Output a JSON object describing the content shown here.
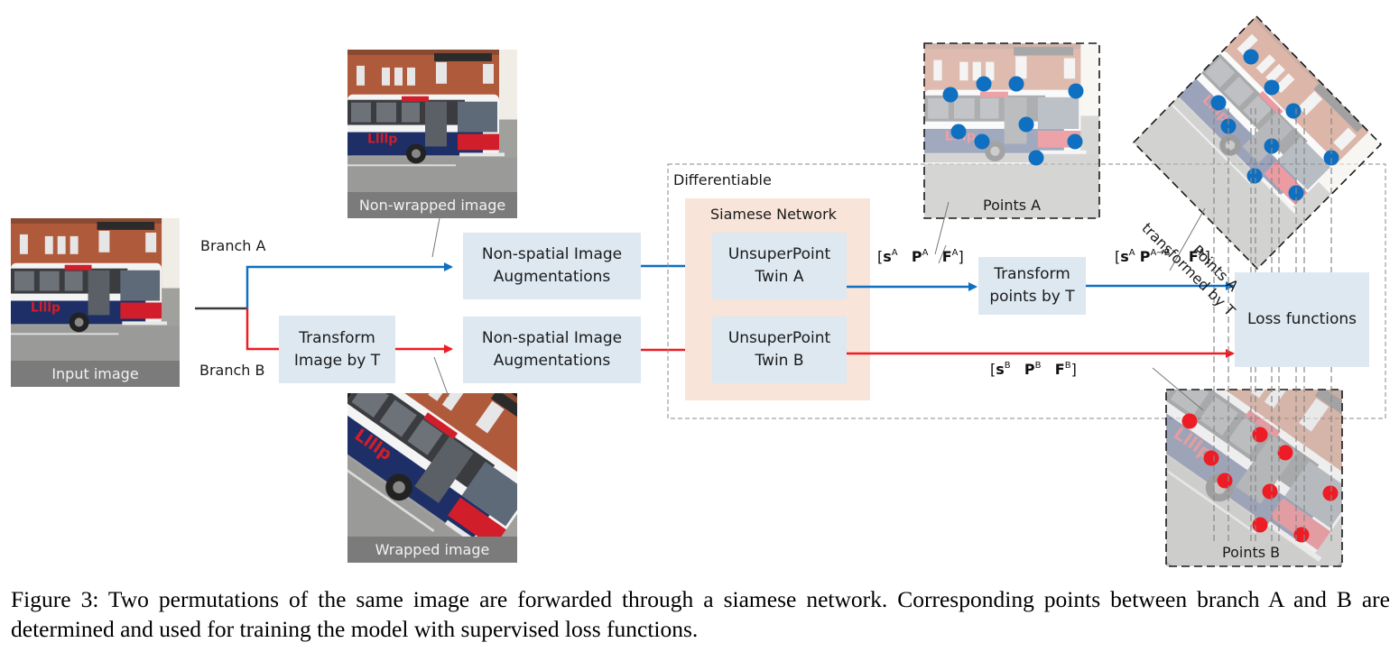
{
  "figure": {
    "images": {
      "input": {
        "caption": "Input image"
      },
      "non_wrapped": {
        "caption": "Non-wrapped image"
      },
      "wrapped": {
        "caption": "Wrapped image"
      }
    },
    "branches": {
      "a": {
        "label": "Branch A",
        "color": "#0f6fc0"
      },
      "b": {
        "label": "Branch B",
        "color": "#ee1c24"
      }
    },
    "boxes": {
      "transform_image": "Transform Image by T",
      "aug_a": "Non-spatial Image Augmentations",
      "aug_b": "Non-spatial Image Augmentations",
      "twin_a": "UnsuperPoint Twin A",
      "twin_b": "UnsuperPoint Twin B",
      "transform_points": "Transform points by T",
      "loss": "Loss functions"
    },
    "groups": {
      "differentiable": "Differentiable",
      "siamese": "Siamese Network"
    },
    "outputs": {
      "a": {
        "s": "s",
        "s_sup": "A",
        "p": "P",
        "p_sup": "A",
        "f": "F",
        "f_sup": "A"
      },
      "a_transformed": {
        "s": "s",
        "s_sup": "A",
        "p": "P",
        "p_sup": "A→B",
        "f": "F",
        "f_sup": "A"
      },
      "b": {
        "s": "s",
        "s_sup": "B",
        "p": "P",
        "p_sup": "B",
        "f": "F",
        "f_sup": "B"
      }
    },
    "point_panels": {
      "points_a": {
        "label": "Points A",
        "count": 9
      },
      "points_a_transformed": {
        "label": "Points A transformed by T",
        "line1": "Points A",
        "line2": "transformed by T",
        "count": 9
      },
      "points_b": {
        "label": "Points B",
        "count": 9
      }
    }
  },
  "caption": {
    "text": "Figure 3: Two permutations of the same image are forwarded through a siamese network. Corresponding points between branch A and B are determined and used for training the model with supervised loss functions."
  }
}
